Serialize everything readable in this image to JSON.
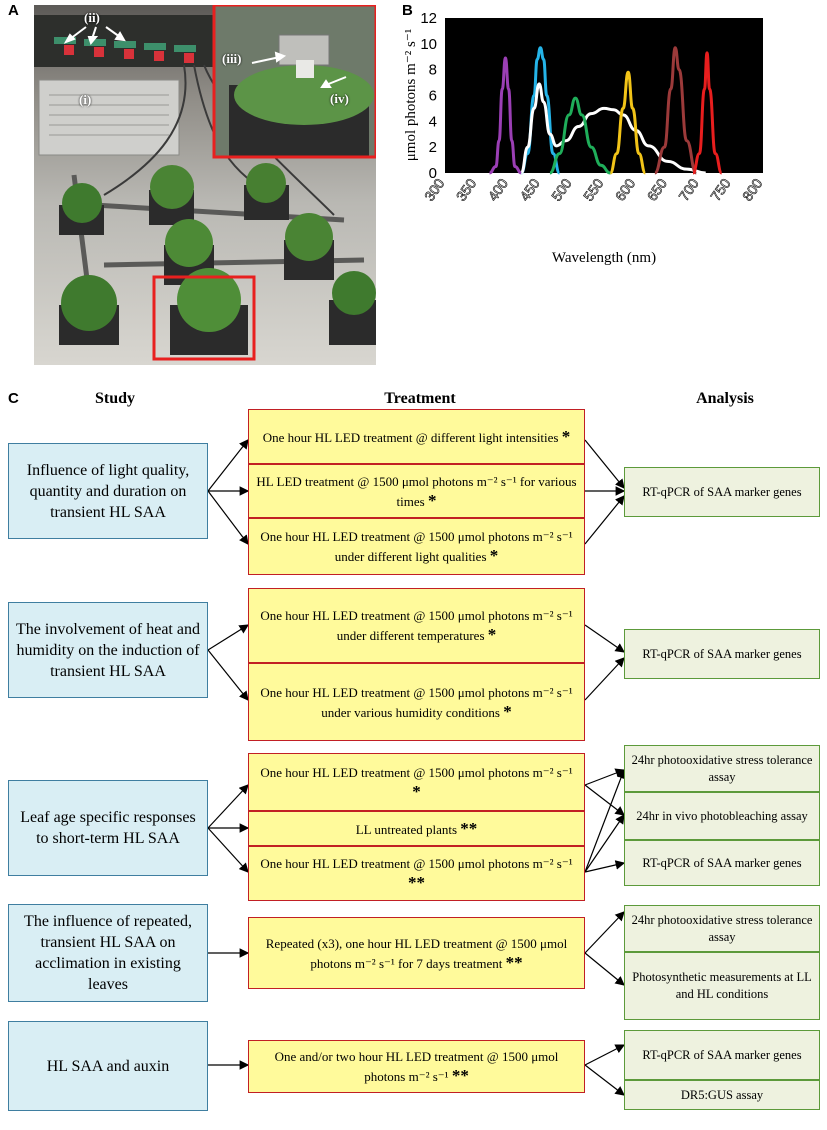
{
  "panels": {
    "a": "A",
    "b": "B",
    "c": "C"
  },
  "photo": {
    "callouts": {
      "i": "(i)",
      "ii": "(ii)",
      "iii": "(iii)",
      "iv": "(iv)"
    },
    "highlight_color": "#e8201f"
  },
  "chart_data": {
    "type": "line",
    "xlabel": "Wavelength (nm)",
    "ylabel": "μmol photons m⁻² s⁻¹",
    "xlim": [
      300,
      800
    ],
    "ylim": [
      0,
      12
    ],
    "x_ticks": [
      300,
      350,
      400,
      450,
      500,
      550,
      600,
      650,
      700,
      750,
      800
    ],
    "y_ticks": [
      0,
      2,
      4,
      6,
      8,
      10,
      12
    ],
    "background": "#000000",
    "grid": false,
    "series": [
      {
        "color": "#9b3fb5",
        "x": [
          370,
          380,
          385,
          390,
          395,
          400,
          405,
          410,
          420
        ],
        "y": [
          0,
          0.5,
          2.5,
          6.5,
          8.9,
          6.5,
          2.5,
          0.5,
          0
        ]
      },
      {
        "color": "#25b4e8",
        "x": [
          420,
          430,
          440,
          445,
          450,
          455,
          460,
          470,
          480
        ],
        "y": [
          0,
          1.5,
          6,
          8.8,
          9.7,
          8.8,
          6,
          1.5,
          0
        ]
      },
      {
        "color": "#ffffff",
        "x": [
          420,
          430,
          440,
          448,
          455,
          465,
          475,
          490,
          510,
          530,
          550,
          565,
          580,
          600,
          620,
          650,
          680,
          710
        ],
        "y": [
          0,
          2,
          5,
          6.9,
          5.5,
          3,
          2.1,
          2.5,
          3.6,
          4.6,
          5,
          4.9,
          4.5,
          3.3,
          2.1,
          0.9,
          0.3,
          0
        ]
      },
      {
        "color": "#1fae5a",
        "x": [
          465,
          480,
          495,
          505,
          515,
          530,
          545,
          560
        ],
        "y": [
          0,
          1.5,
          4.5,
          5.8,
          4.5,
          2,
          0.6,
          0
        ]
      },
      {
        "color": "#f2c418",
        "x": [
          560,
          570,
          580,
          588,
          595,
          605,
          615
        ],
        "y": [
          0,
          1.5,
          5,
          7.8,
          5,
          1.5,
          0
        ]
      },
      {
        "color": "#9c3a3a",
        "x": [
          630,
          645,
          655,
          662,
          668,
          680,
          695
        ],
        "y": [
          0,
          2,
          6.5,
          9.7,
          8,
          2.5,
          0
        ]
      },
      {
        "color": "#e81e1e",
        "x": [
          690,
          700,
          708,
          712,
          716,
          725,
          735
        ],
        "y": [
          0,
          1.5,
          6.5,
          9.3,
          6.5,
          1.5,
          0
        ]
      }
    ]
  },
  "flow": {
    "headers": {
      "study": "Study",
      "treatment": "Treatment",
      "analysis": "Analysis"
    },
    "study": [
      "Influence of light quality, quantity and duration on transient HL SAA",
      "The involvement of heat and humidity on the induction of transient HL SAA",
      "Leaf age specific responses to short-term HL SAA",
      "The influence of repeated, transient HL SAA on acclimation in existing leaves",
      "HL SAA and auxin"
    ],
    "treatment": [
      {
        "text": "One hour HL LED treatment @ different light intensities",
        "star": "*"
      },
      {
        "text": "HL LED treatment @ 1500 μmol photons m⁻² s⁻¹ for various times",
        "star": "*"
      },
      {
        "text": "One hour HL LED treatment @ 1500 μmol photons m⁻² s⁻¹ under different light qualities",
        "star": "*"
      },
      {
        "text": "One hour HL LED treatment @ 1500 μmol photons m⁻² s⁻¹ under different temperatures",
        "star": "*"
      },
      {
        "text": "One hour HL LED treatment @ 1500 μmol photons m⁻² s⁻¹ under various humidity conditions",
        "star": "*"
      },
      {
        "text": "One hour HL LED treatment @ 1500 μmol photons m⁻² s⁻¹",
        "star": "*"
      },
      {
        "text": "LL untreated plants",
        "star": "**"
      },
      {
        "text": "One hour HL LED treatment @ 1500 μmol photons m⁻² s⁻¹",
        "star": "**"
      },
      {
        "text": "Repeated (x3), one hour HL LED treatment @ 1500 μmol photons m⁻² s⁻¹ for 7 days treatment",
        "star": "**"
      },
      {
        "text": "One and/or two hour HL LED treatment @ 1500 μmol photons m⁻² s⁻¹",
        "star": "**"
      }
    ],
    "analysis": [
      "RT-qPCR of SAA marker genes",
      "RT-qPCR of SAA marker genes",
      "24hr photooxidative stress tolerance assay",
      "24hr in vivo photobleaching assay",
      "RT-qPCR of SAA marker genes",
      "24hr photooxidative stress tolerance assay",
      "Photosynthetic measurements at LL and HL conditions",
      "RT-qPCR of SAA marker genes",
      "DR5:GUS assay"
    ]
  }
}
